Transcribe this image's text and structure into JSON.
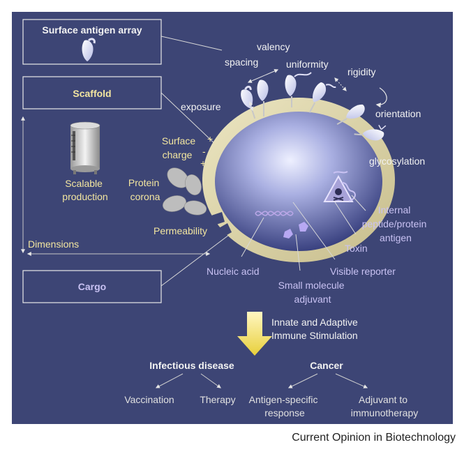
{
  "colors": {
    "panel": "#3d4575",
    "white_text": "#f2f2f2",
    "yellow_text": "#f3e6a0",
    "lavender_text": "#c9c2f3",
    "capsule_shell": "#d9d1a6",
    "arrow_gold": "#f0df5e"
  },
  "boxes": {
    "surface_array": "Surface antigen array",
    "scaffold": "Scaffold",
    "cargo": "Cargo"
  },
  "surface_labels": {
    "valency": "valency",
    "spacing": "spacing",
    "uniformity": "uniformity",
    "rigidity": "rigidity",
    "exposure": "exposure",
    "orientation": "orientation",
    "glycosylation": "glycosylation"
  },
  "scaffold_labels": {
    "surface_charge": [
      "Surface",
      "charge"
    ],
    "charge_signs": [
      "+",
      "-",
      "+"
    ],
    "protein_corona": [
      "Protein",
      "corona"
    ],
    "permeability": "Permeability",
    "scalable_production": [
      "Scalable",
      "production"
    ],
    "dimensions": "Dimensions"
  },
  "cargo_labels": {
    "internal_antigen": [
      "Internal",
      "peptide/protein",
      "antigen"
    ],
    "toxin": "Toxin",
    "visible_reporter": "Visible reporter",
    "nucleic_acid": "Nucleic acid",
    "small_molecule": [
      "Small molecule",
      "adjuvant"
    ]
  },
  "stimulation": [
    "Innate and Adaptive",
    "Immune Stimulation"
  ],
  "outcomes": {
    "infectious": {
      "title": "Infectious disease",
      "items": [
        "Vaccination",
        "Therapy"
      ]
    },
    "cancer": {
      "title": "Cancer",
      "items": [
        [
          "Antigen-specific",
          "response"
        ],
        [
          "Adjuvant to",
          "immunotherapy"
        ]
      ]
    }
  },
  "footer": "Current Opinion in Biotechnology"
}
